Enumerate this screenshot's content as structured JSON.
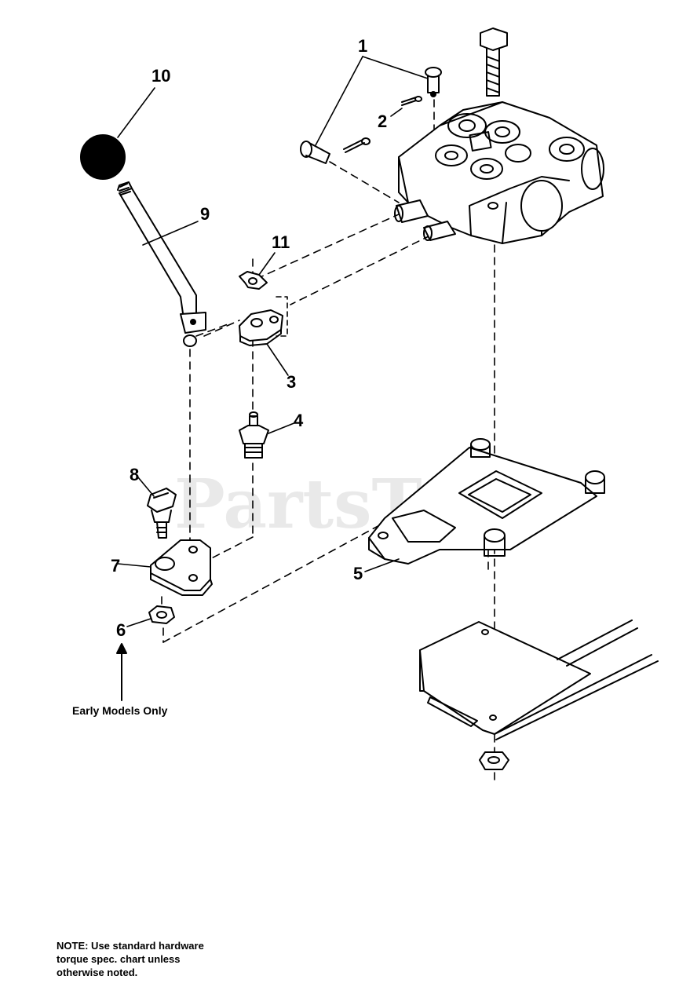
{
  "watermark": "PartsTree",
  "callouts": [
    {
      "id": "1",
      "label": "1"
    },
    {
      "id": "2",
      "label": "2"
    },
    {
      "id": "3",
      "label": "3"
    },
    {
      "id": "4",
      "label": "4"
    },
    {
      "id": "5",
      "label": "5"
    },
    {
      "id": "6",
      "label": "6"
    },
    {
      "id": "7",
      "label": "7"
    },
    {
      "id": "8",
      "label": "8"
    },
    {
      "id": "9",
      "label": "9"
    },
    {
      "id": "10",
      "label": "10"
    },
    {
      "id": "11",
      "label": "11"
    }
  ],
  "early_models_note": "Early Models Only",
  "note_lines": [
    "NOTE: Use standard hardware",
    "torque spec. chart unless",
    "otherwise noted."
  ]
}
